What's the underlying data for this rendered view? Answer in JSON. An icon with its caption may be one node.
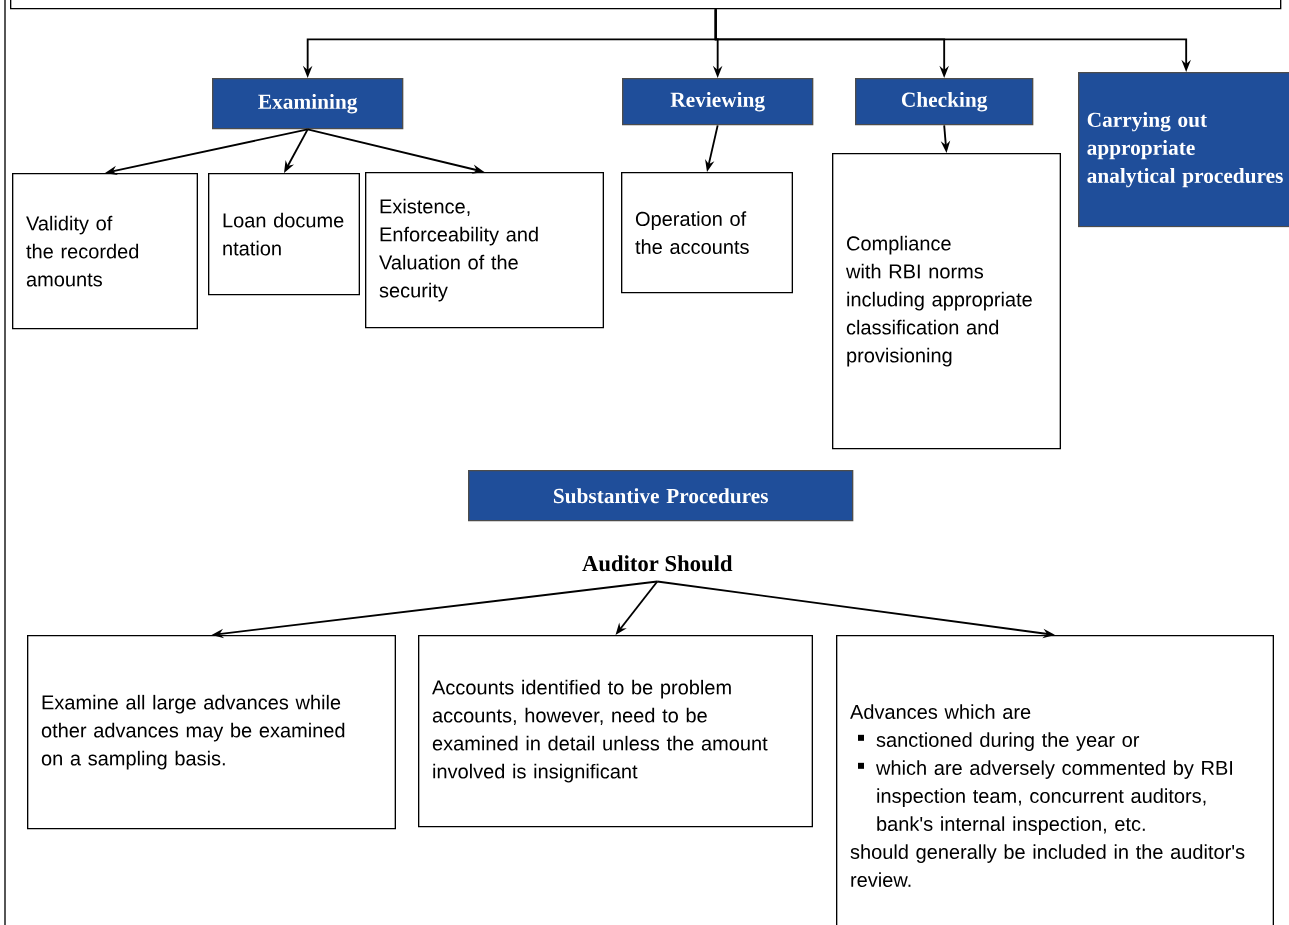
{
  "diagram": {
    "nodes": [
      {
        "text": [],
        "shape": "box"
      },
      {
        "text": [
          "Examining"
        ]
      },
      {
        "text": [
          "Reviewing"
        ]
      },
      {
        "text": [
          "Checking"
        ]
      },
      {
        "text": [
          "Carrying out appropriate analytical procedures"
        ]
      },
      {
        "text": [
          "Validity of the recorded amounts"
        ]
      },
      {
        "text": [
          "Loan docume ntation"
        ]
      },
      {
        "text": [
          "Existence, Enforceability and Valuation of the security"
        ]
      },
      {
        "text": [
          "Operation of the accounts"
        ]
      },
      {
        "text": [
          "Compliance with RBI norms including appropriate classification and provisioning"
        ]
      },
      {
        "text": [
          "Substantive Procedures"
        ]
      },
      {
        "text": [
          "Auditor Should"
        ]
      },
      {
        "text": [
          "Examine all large advances while other advances may be examined on a sampling basis."
        ]
      },
      {
        "text": [
          "Accounts identified to be problem accounts, however, need to be examined in detail unless the amount involved is insignificant"
        ]
      },
      {
        "text": [
          "Advances which are",
          "sanctioned during the year or",
          "which are adversely commented by RBI inspection team, concurrent auditors, bank's internal inspection, etc.",
          "should generally be included in the auditor's review."
        ]
      }
    ],
    "edges": [
      {
        "from": 0,
        "to": 1,
        "arrow": "to"
      },
      {
        "from": 0,
        "to": 2,
        "arrow": "to"
      },
      {
        "from": 0,
        "to": 3,
        "arrow": "to"
      },
      {
        "from": 0,
        "to": 4,
        "arrow": "to"
      },
      {
        "from": 1,
        "to": 5,
        "arrow": "to"
      },
      {
        "from": 1,
        "to": 6,
        "arrow": "to"
      },
      {
        "from": 1,
        "to": 7,
        "arrow": "to"
      },
      {
        "from": 2,
        "to": 8,
        "arrow": "to"
      },
      {
        "from": 3,
        "to": 9,
        "arrow": "to"
      },
      {
        "from": 11,
        "to": 12,
        "arrow": "to"
      },
      {
        "from": 11,
        "to": 13,
        "arrow": "to"
      },
      {
        "from": 11,
        "to": 14,
        "arrow": "to"
      }
    ]
  }
}
